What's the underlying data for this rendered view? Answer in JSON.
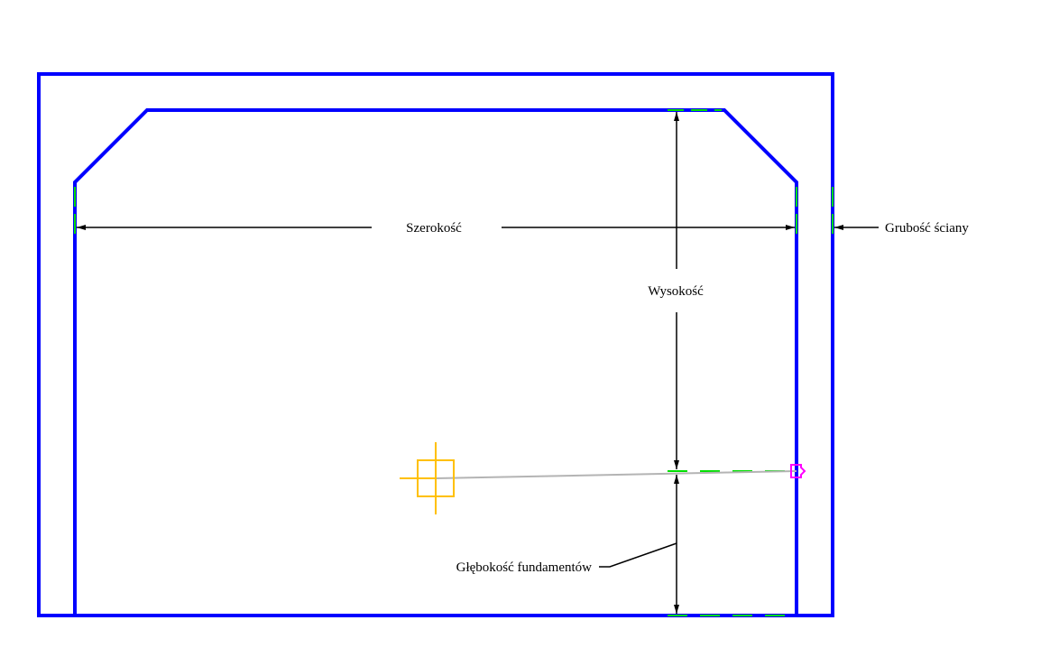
{
  "labels": {
    "width": "Szerokość",
    "height": "Wysokość",
    "wall_thickness": "Grubość ściany",
    "foundation_depth": "Głębokość fundamentów"
  },
  "colors": {
    "outline": "#0000ff",
    "grip": "#00e000",
    "cursor": "#ffc000",
    "snap_marker": "#ff00ff",
    "tracking_line": "#b4b4b4",
    "dimension": "#000000"
  }
}
